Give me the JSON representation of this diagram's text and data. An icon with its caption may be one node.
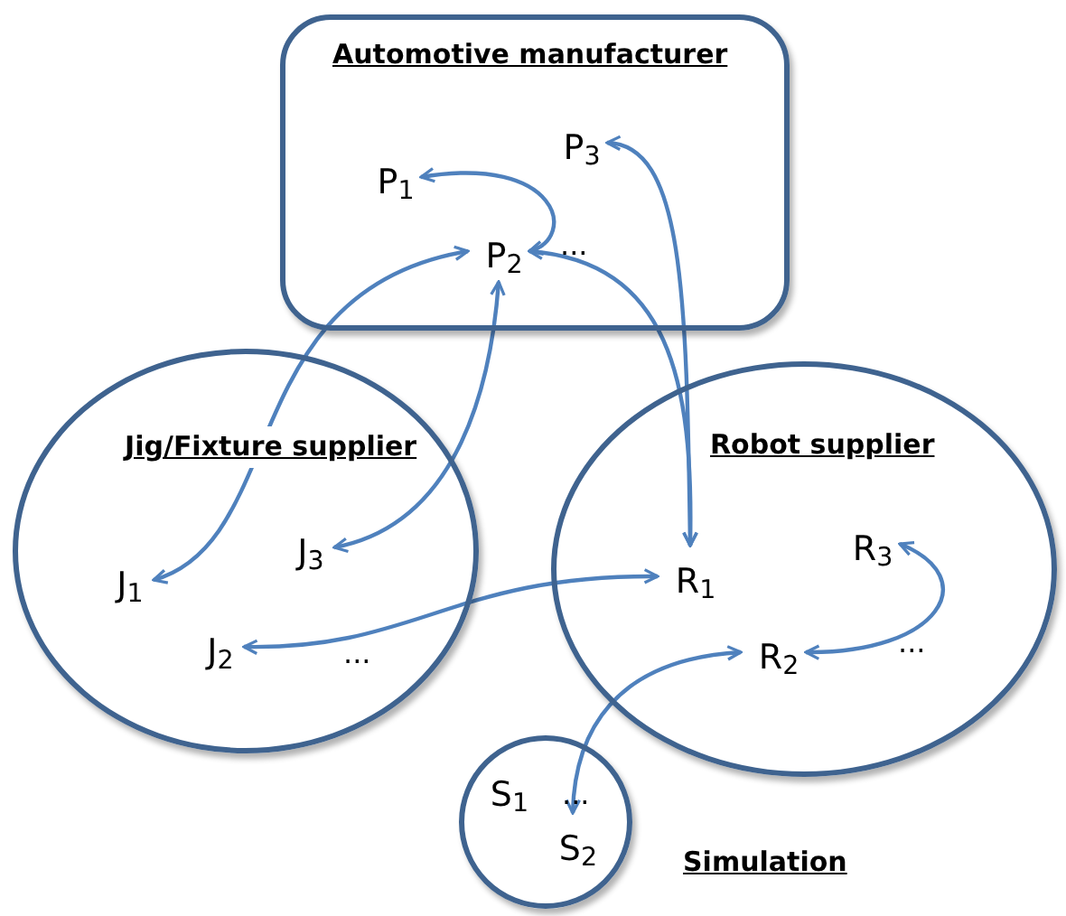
{
  "diagram": {
    "nodes": [
      {
        "text": [
          "Automotive manufacturer"
        ]
      },
      {
        "text": [
          "P$_{1}$"
        ],
        "in": 0
      },
      {
        "text": [
          "P$_{2}$"
        ],
        "in": 0
      },
      {
        "text": [
          "P$_{3}$"
        ],
        "in": 0
      },
      {
        "text": [
          "Jig/Fixture supplier"
        ]
      },
      {
        "text": [
          "J$_{1}$"
        ],
        "in": 4
      },
      {
        "text": [
          "J$_{3}$"
        ],
        "in": 4
      },
      {
        "text": [
          "J$_{2}$"
        ],
        "in": 4
      },
      {
        "text": [
          "Robot supplier"
        ]
      },
      {
        "text": [
          "R$_{1}$"
        ],
        "in": 8
      },
      {
        "text": [
          "R$_{3}$"
        ],
        "in": 8
      },
      {
        "text": [
          "R$_{2}$"
        ],
        "in": 8
      },
      {
        "text": [
          "Simulation"
        ]
      },
      {
        "text": [
          "S$_{1}$"
        ],
        "in": 12
      },
      {
        "text": [
          "S$_{2}$"
        ],
        "in": 12
      }
    ],
    "edges": [
      {
        "from": 1,
        "to": 2,
        "arrow": "both"
      },
      {
        "from": 5,
        "to": 2,
        "arrow": "both"
      },
      {
        "from": 6,
        "to": 2,
        "arrow": "both"
      },
      {
        "from": 2,
        "to": 9,
        "arrow": "both"
      },
      {
        "from": 3,
        "to": 9,
        "arrow": "both"
      },
      {
        "from": 7,
        "to": 9,
        "arrow": "both"
      },
      {
        "from": 10,
        "to": 11,
        "arrow": "both"
      },
      {
        "from": 11,
        "to": 14,
        "arrow": "both"
      }
    ],
    "labels": [
      "...",
      "...",
      "...",
      "..."
    ]
  }
}
